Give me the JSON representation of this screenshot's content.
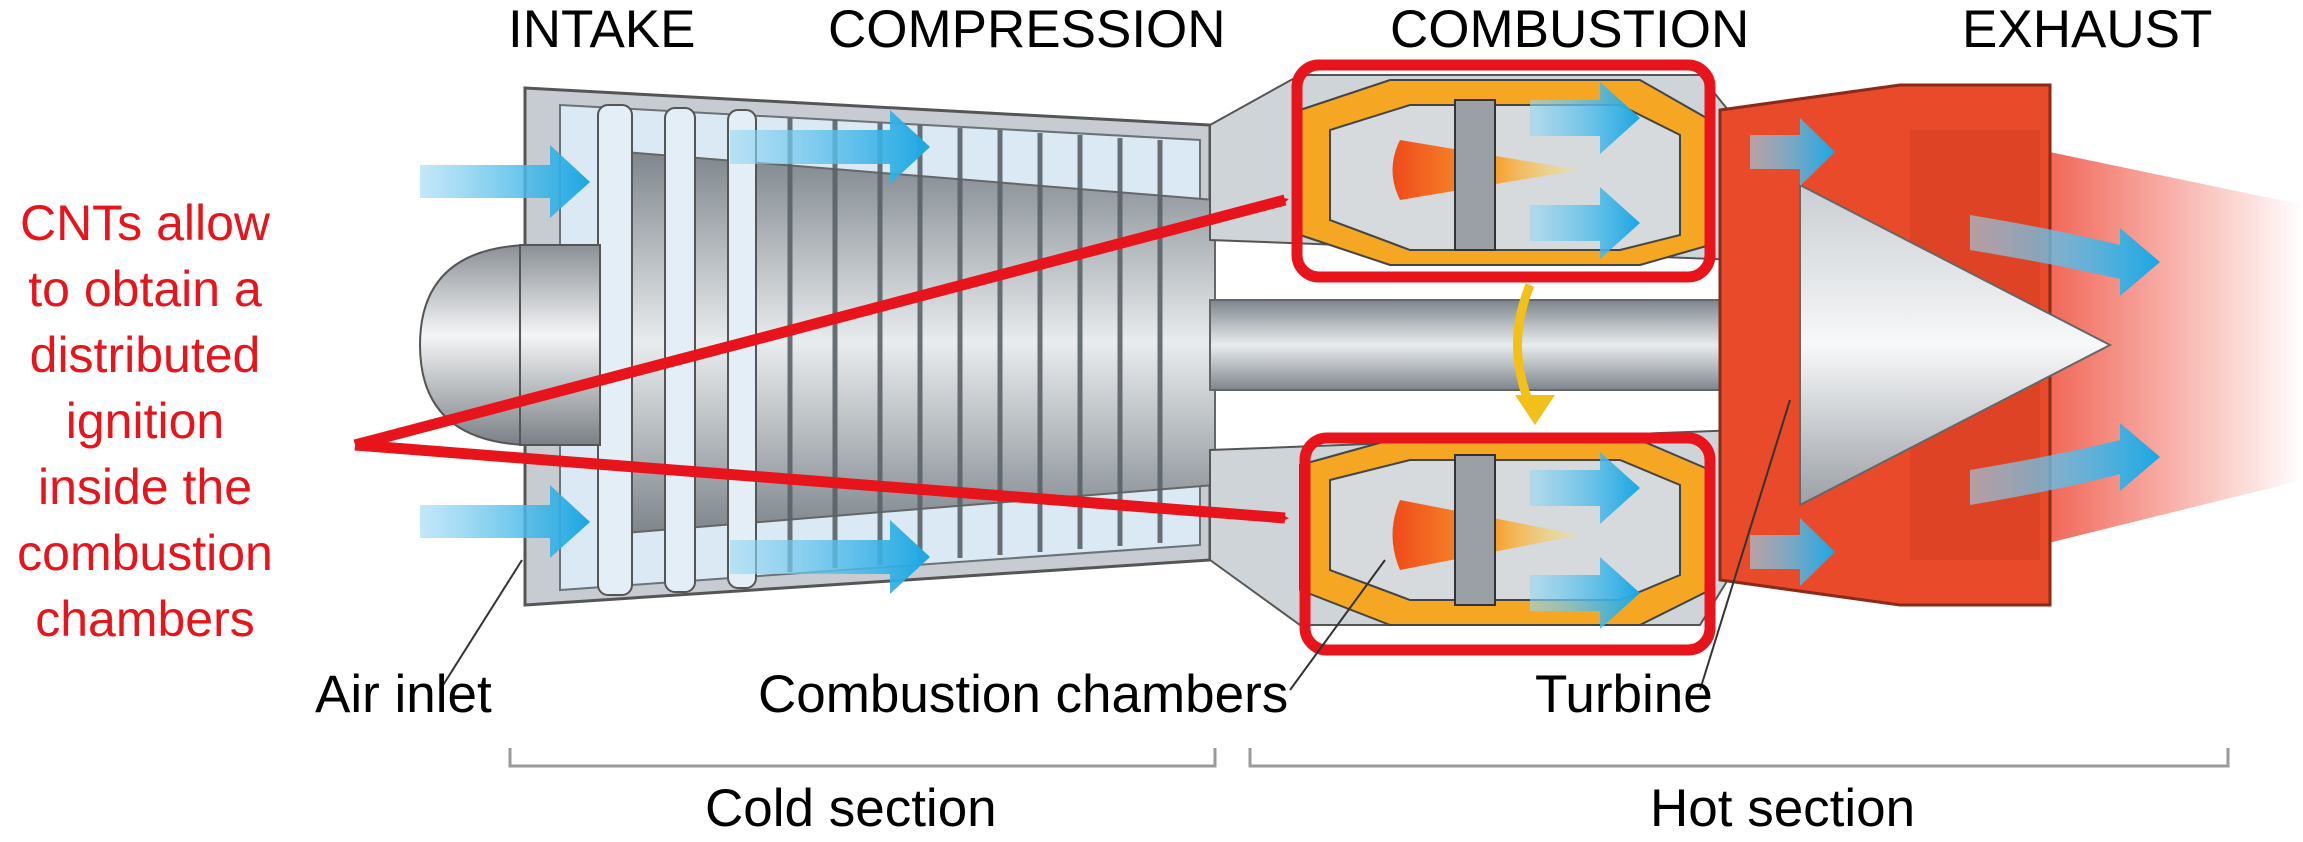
{
  "stages": {
    "intake": "INTAKE",
    "compression": "COMPRESSION",
    "combustion": "COMBUSTION",
    "exhaust": "EXHAUST"
  },
  "parts": {
    "air_inlet": "Air inlet",
    "combustion_chambers": "Combustion chambers",
    "turbine": "Turbine"
  },
  "sections": {
    "cold": "Cold section",
    "hot": "Hot section"
  },
  "annotation": {
    "line1": "CNTs allow",
    "line2": "to obtain a",
    "line3": "distributed",
    "line4": "ignition",
    "line5": "inside the",
    "line6": "combustion",
    "line7": "chambers"
  },
  "colors": {
    "highlight": "#e8141c",
    "airflow": "#2fb0e6",
    "hot_section": "#e84a2a",
    "combustor": "#f5a623",
    "cold_metal": "#bfc6cc"
  }
}
